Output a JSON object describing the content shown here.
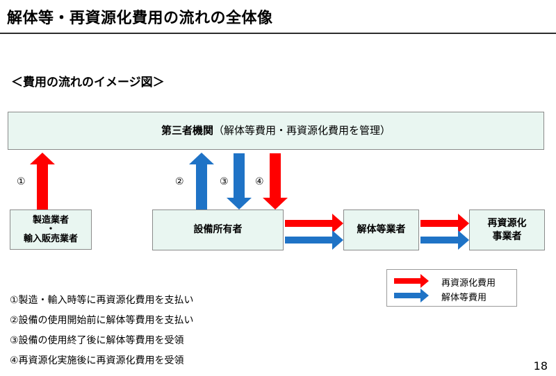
{
  "header": {
    "title": "解体等・再資源化費用の流れの全体像",
    "subtitle": "＜費用の流れのイメージ図＞"
  },
  "diagram": {
    "third_party": {
      "name": "第三者機関",
      "note": "（解体等費用・再資源化費用を管理）"
    },
    "maker": {
      "line1": "製造業者",
      "line2": "・",
      "line3": "輸入販売業者"
    },
    "owner": {
      "label": "設備所有者"
    },
    "demolition": {
      "label": "解体等業者"
    },
    "recycler": {
      "line1": "再資源化",
      "line2": "事業者"
    },
    "flow_numbers": [
      "①",
      "②",
      "③",
      "④"
    ]
  },
  "legend": {
    "items": [
      {
        "label": "再資源化費用",
        "color": "#ff0000"
      },
      {
        "label": "解体等費用",
        "color": "#1f73c6"
      }
    ]
  },
  "notes": [
    "①製造・輸入時等に再資源化費用を支払い",
    "②設備の使用開始前に解体等費用を支払い",
    "③設備の使用終了後に解体等費用を受領",
    "④再資源化実施後に再資源化費用を受領"
  ],
  "page_number": "18"
}
